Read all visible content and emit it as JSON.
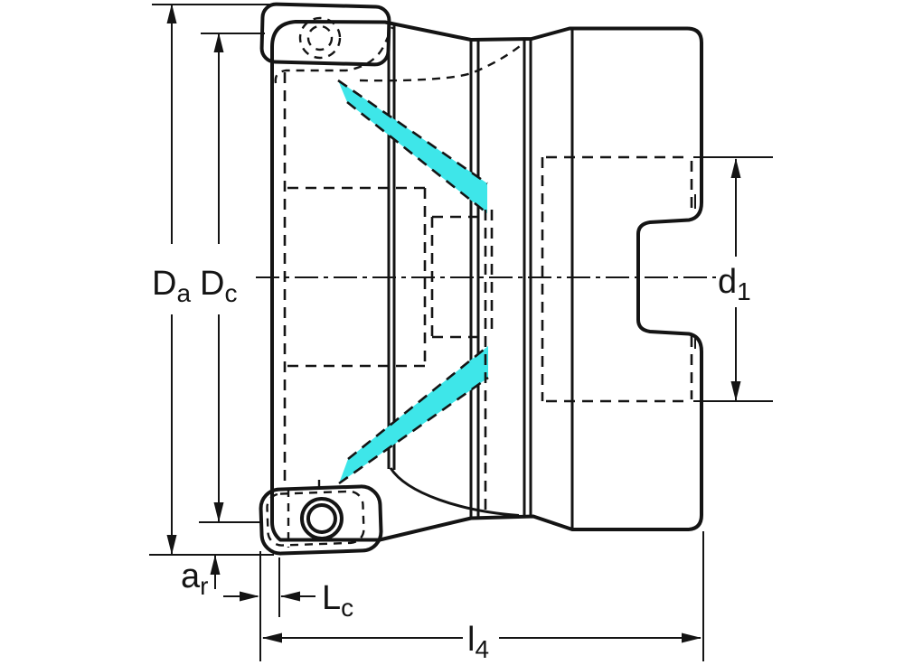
{
  "drawing": {
    "kind": "technical-dimension-drawing",
    "subject": "face-milling-cutter-side-view"
  },
  "labels": {
    "da": {
      "main": "D",
      "sub": "a"
    },
    "dc": {
      "main": "D",
      "sub": "c"
    },
    "d1": {
      "main": "d",
      "sub": "1"
    },
    "ar": {
      "main": "a",
      "sub": "r"
    },
    "lc": {
      "main": "L",
      "sub": "c"
    },
    "l4": {
      "main": "l",
      "sub": "4"
    }
  },
  "colors": {
    "background": "#ffffff",
    "body_fill": "#c9c9c9",
    "insert_fill": "#f3cf74",
    "highlight_cyan": "#3ee6e9",
    "line": "#141414"
  }
}
